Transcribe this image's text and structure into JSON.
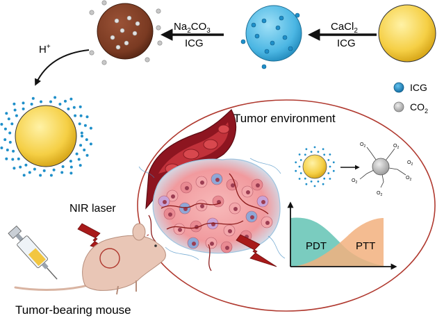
{
  "steps": {
    "step1": {
      "line1": "CaCl",
      "line1_sub": "2",
      "line2": "ICG"
    },
    "step2": {
      "line1": "Na",
      "line1_sub": "2",
      "line1_mid": "CO",
      "line1_sub2": "3",
      "line2": "ICG"
    },
    "acid": {
      "label": "H",
      "sup": "+"
    }
  },
  "legend": [
    {
      "label": "ICG",
      "sub": "",
      "color": "#1f8fc9",
      "icon": "blue-dot-icon"
    },
    {
      "label": "CO",
      "sub": "2",
      "color": "#c7c7c7",
      "icon": "grey-dot-icon"
    }
  ],
  "labels": {
    "tumor_environment": "Tumor environment",
    "nir_laser": "NIR laser",
    "tumor_bearing_mouse": "Tumor-bearing mouse",
    "o2": "O",
    "o2_sub": "2"
  },
  "chart": {
    "series": [
      {
        "name": "PDT",
        "color": "#6cc6b8"
      },
      {
        "name": "PTT",
        "color": "#f2b07e"
      }
    ]
  },
  "colors": {
    "particle_yellow": "#f5cf45",
    "particle_blue": "#4bb6e3",
    "particle_brown": "#7a3a22",
    "tumor_outline": "#b0392f",
    "laser_red": "#b21f1f"
  }
}
